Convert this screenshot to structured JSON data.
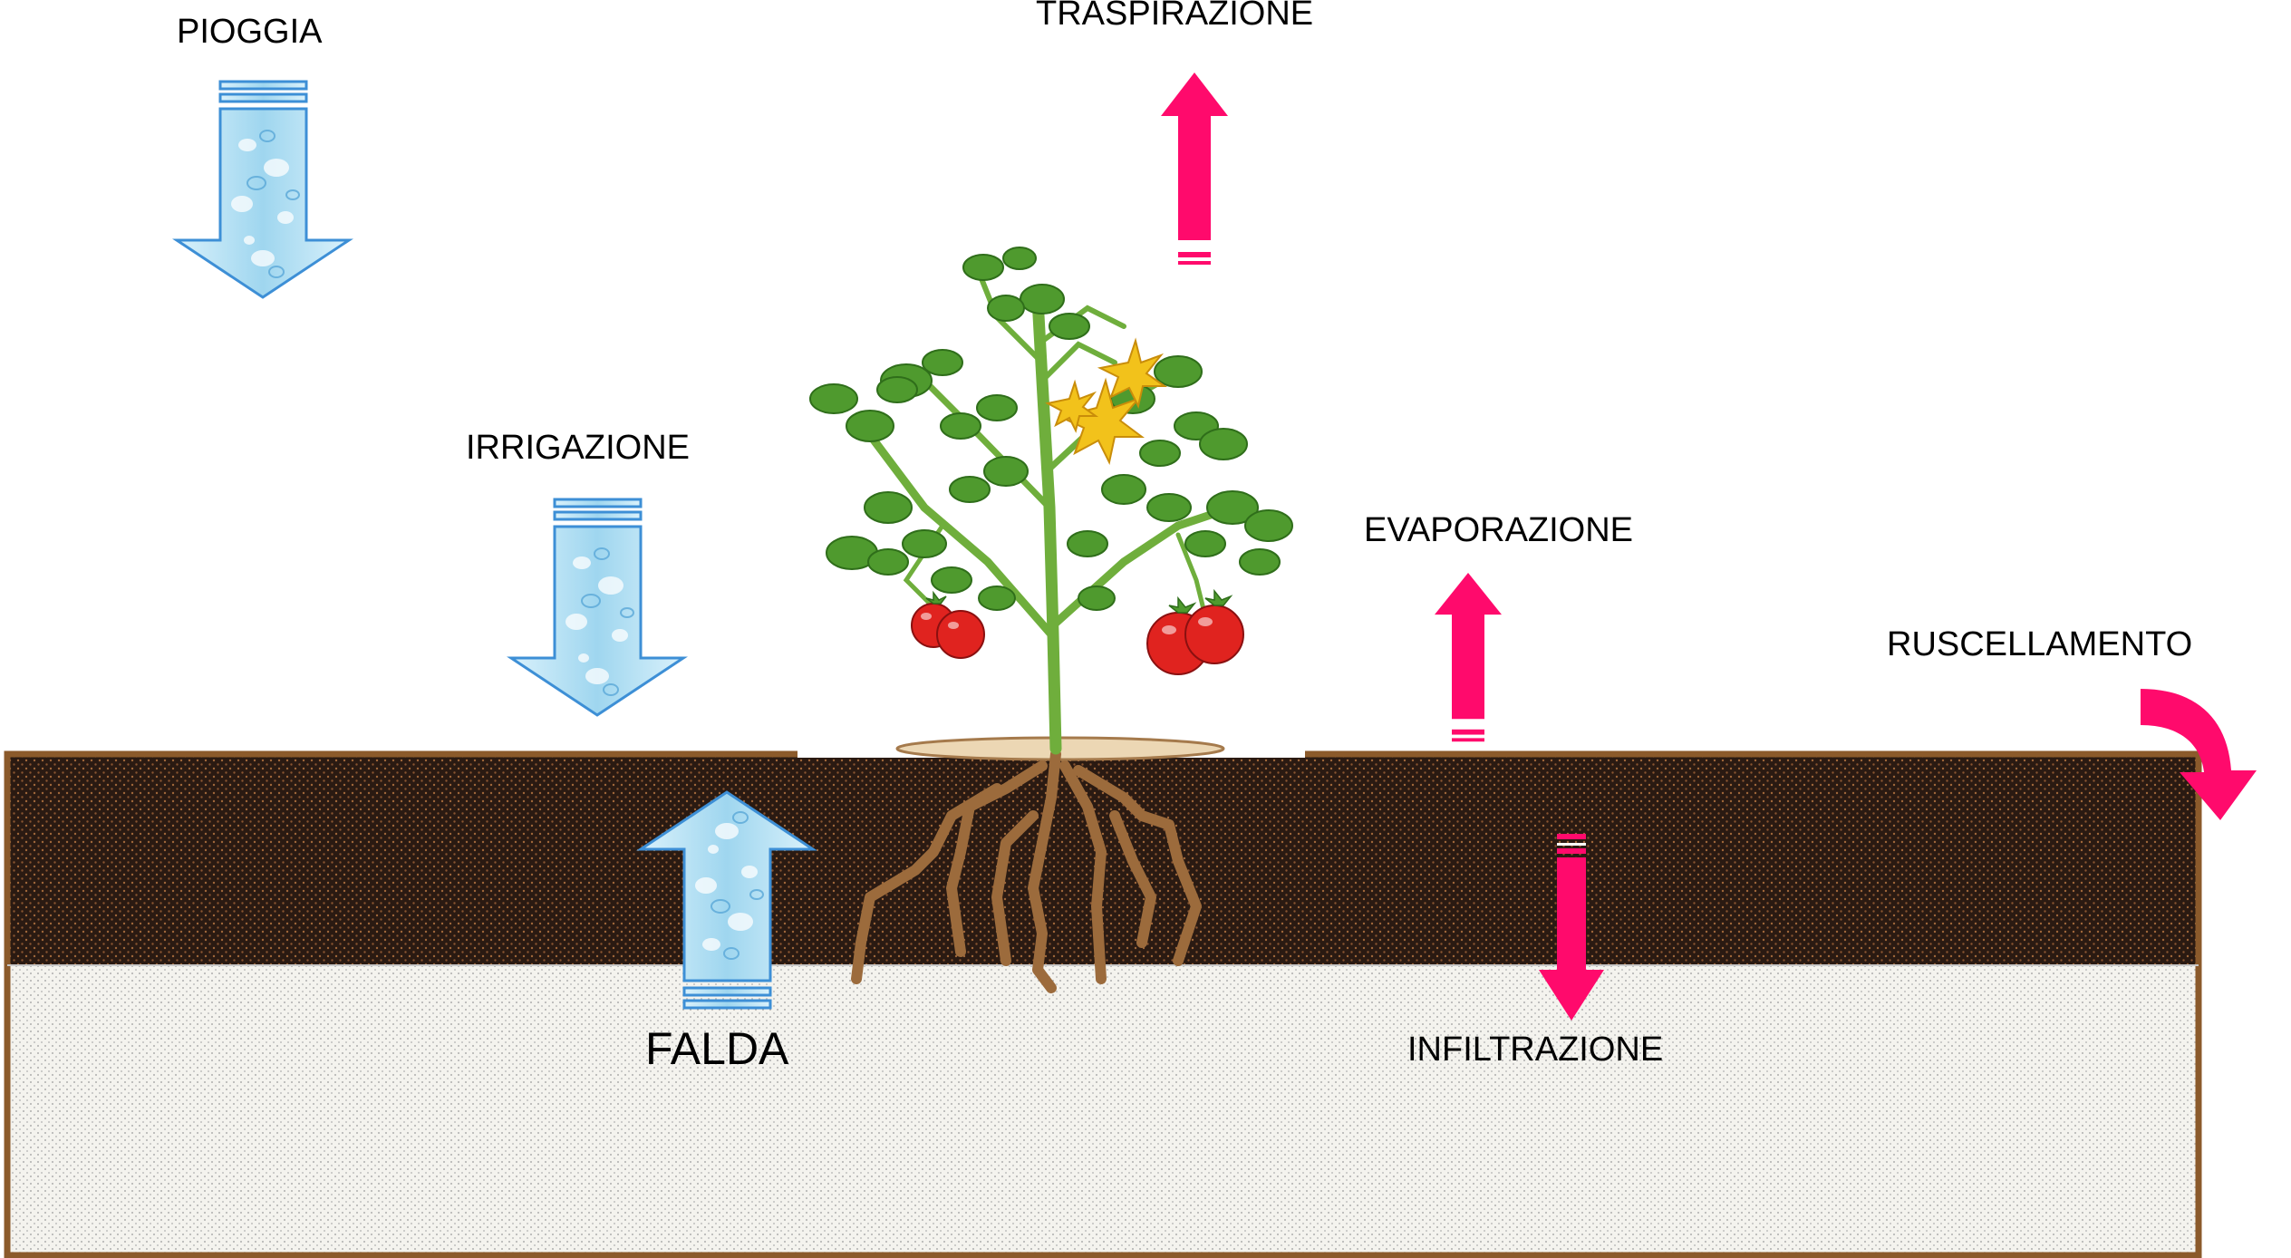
{
  "labels": {
    "pioggia": "PIOGGIA",
    "traspirazione": "TRASPIRAZIONE",
    "irrigazione": "IRRIGAZIONE",
    "evaporazione": "EVAPORAZIONE",
    "ruscellamento": "RUSCELLAMENTO",
    "falda": "FALDA",
    "infiltrazione": "INFILTRAZIONE"
  },
  "colors": {
    "water_arrow_fill": "#bfe6f7",
    "water_arrow_stroke": "#3d8fd6",
    "flux_arrow": "#ff0a6c",
    "topsoil": "#2a1a12",
    "topsoil_speckle": "#a0673a",
    "subsoil": "#f4f3ee",
    "soil_border": "#8b5a2b",
    "roots": "#9c6b3c",
    "leaf": "#4f9a2e",
    "stem": "#6fae3c",
    "tomato": "#e0231f",
    "flower": "#f2c21b"
  },
  "icons": {
    "rain": "water-down-arrow-icon",
    "irrigation": "water-down-arrow-icon",
    "groundwater": "water-up-arrow-icon",
    "transpiration": "pink-up-arrow-icon",
    "evaporation": "pink-up-arrow-icon",
    "infiltration": "pink-down-arrow-icon",
    "runoff": "pink-curved-arrow-icon",
    "plant": "tomato-plant-icon"
  }
}
